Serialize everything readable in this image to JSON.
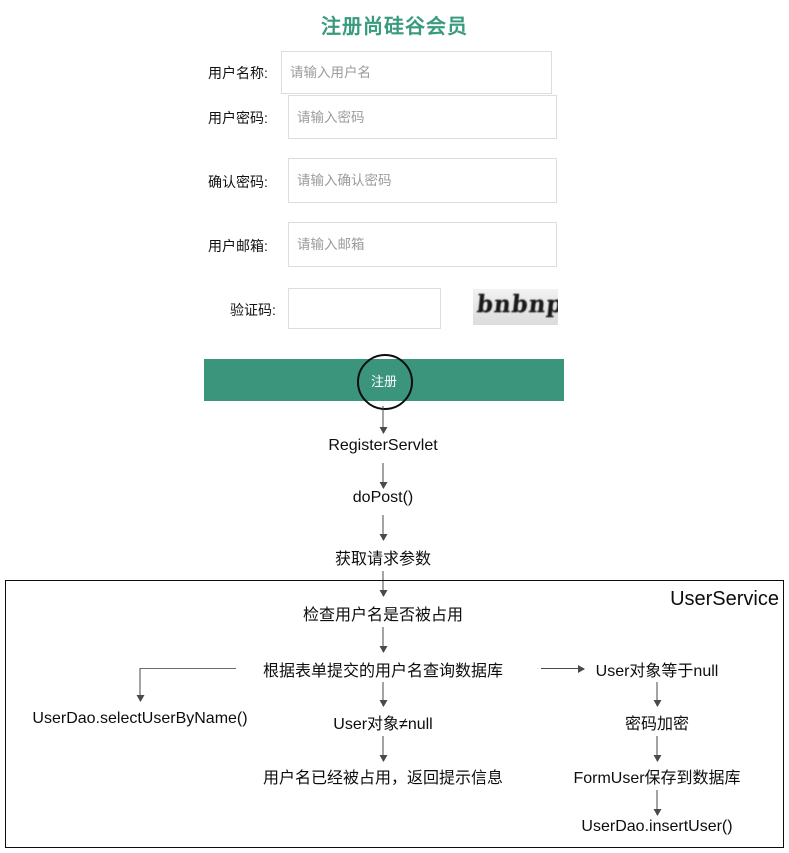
{
  "page": {
    "title": "注册尚硅谷会员",
    "title_color": "#3a9a7d"
  },
  "form": {
    "fields": [
      {
        "label": "用户名称:",
        "placeholder": "请输入用户名",
        "value": ""
      },
      {
        "label": "用户密码:",
        "placeholder": "请输入密码",
        "value": ""
      },
      {
        "label": "确认密码:",
        "placeholder": "请输入确认密码",
        "value": ""
      },
      {
        "label": "用户邮箱:",
        "placeholder": "请输入邮箱",
        "value": ""
      },
      {
        "label": "验证码:",
        "placeholder": "",
        "value": ""
      }
    ],
    "captcha_text": "bnbnp",
    "submit_label": "注册",
    "submit_color": "#3a957c"
  },
  "flow": {
    "nodes": [
      {
        "id": "register-servlet",
        "text": "RegisterServlet"
      },
      {
        "id": "do-post",
        "text": "doPost()"
      },
      {
        "id": "get-params",
        "text": "获取请求参数"
      },
      {
        "id": "check-username",
        "text": "检查用户名是否被占用"
      },
      {
        "id": "query-db",
        "text": "根据表单提交的用户名查询数据库"
      },
      {
        "id": "user-null",
        "text": "User对象等于null"
      },
      {
        "id": "select-user-by-name",
        "text": "UserDao.selectUserByName()"
      },
      {
        "id": "user-not-null",
        "text": "User对象≠null"
      },
      {
        "id": "password-encrypt",
        "text": "密码加密"
      },
      {
        "id": "username-taken",
        "text": "用户名已经被占用，返回提示信息"
      },
      {
        "id": "save-formuser",
        "text": "FormUser保存到数据库"
      },
      {
        "id": "insert-user",
        "text": "UserDao.insertUser()"
      }
    ],
    "container_label": "UserService"
  }
}
